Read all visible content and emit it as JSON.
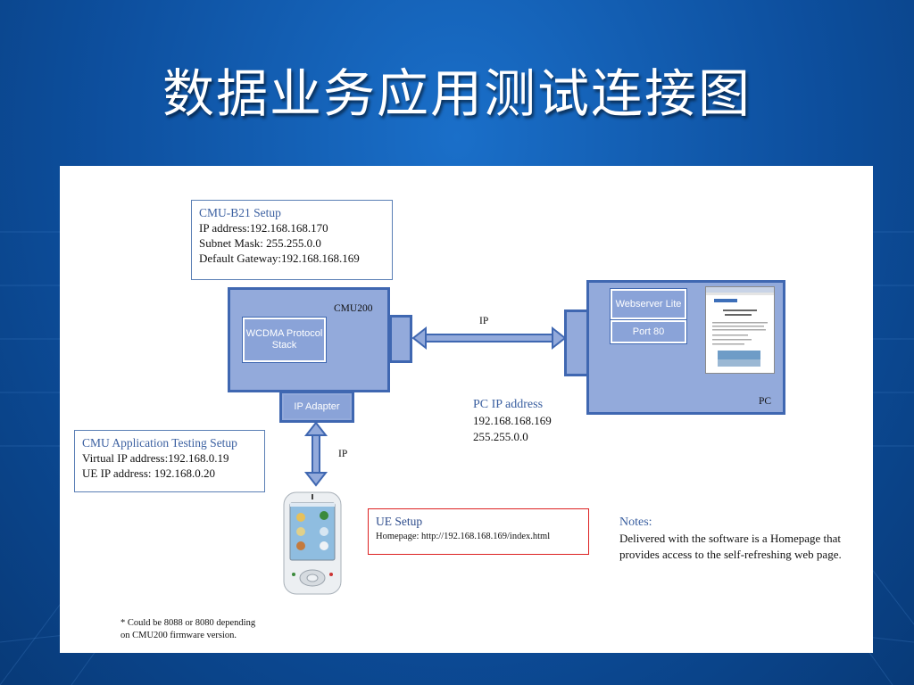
{
  "title": "数据业务应用测试连接图",
  "cmu_setup": {
    "heading": "CMU-B21 Setup",
    "ip": "IP address:192.168.168.170",
    "subnet": "Subnet Mask: 255.255.0.0",
    "gateway": "Default Gateway:192.168.168.169"
  },
  "cmu200": {
    "label": "CMU200",
    "wcdma": "WCDMA Protocol Stack",
    "ip_adapter": "IP Adapter"
  },
  "pc": {
    "label": "PC",
    "webserver": "Webserver Lite",
    "port": "Port 80"
  },
  "links": {
    "ip_h": "IP",
    "ip_v": "IP"
  },
  "pc_ip": {
    "heading": "PC IP address",
    "ip": "192.168.168.169",
    "mask": "255.255.0.0"
  },
  "app_setup": {
    "heading": "CMU Application Testing Setup",
    "virtual_ip": "Virtual IP address:192.168.0.19",
    "ue_ip": "UE IP address: 192.168.0.20"
  },
  "ue_setup": {
    "heading": "UE Setup",
    "homepage": "Homepage: http://192.168.168.169/index.html"
  },
  "notes": {
    "heading": "Notes:",
    "line1": "Delivered with the software is a Homepage that",
    "line2": "provides access to the self-refreshing web page."
  },
  "footnote": {
    "line1": "* Could be 8088 or 8080 depending",
    "line2": "on CMU200 firmware version."
  },
  "colors": {
    "background": "#0d4f9e",
    "block_fill": "#93aadb",
    "block_border": "#3f67b1",
    "ue_box_border": "#dd2222"
  }
}
